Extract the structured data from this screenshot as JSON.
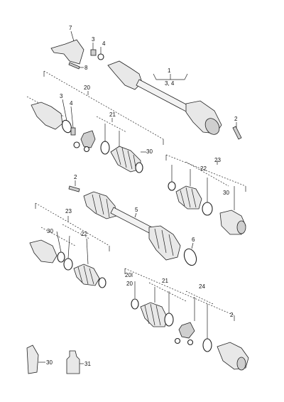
{
  "diagram": {
    "callouts": {
      "c1": "1",
      "c1sub": "3, 4",
      "c2a": "2",
      "c2b": "2",
      "c2c": "2",
      "c3a": "3",
      "c3b": "3",
      "c4a": "4",
      "c4b": "4",
      "c5": "5",
      "c6": "6",
      "c7": "7",
      "c8": "8",
      "c20a": "20",
      "c20b": "20",
      "c20c": "20",
      "c21a": "21",
      "c21b": "21",
      "c22a": "22",
      "c22b": "22",
      "c23a": "23",
      "c23b": "23",
      "c24": "24",
      "c30a": "30",
      "c30b": "30",
      "c30c": "30",
      "c30d": "30",
      "c31": "31"
    }
  }
}
